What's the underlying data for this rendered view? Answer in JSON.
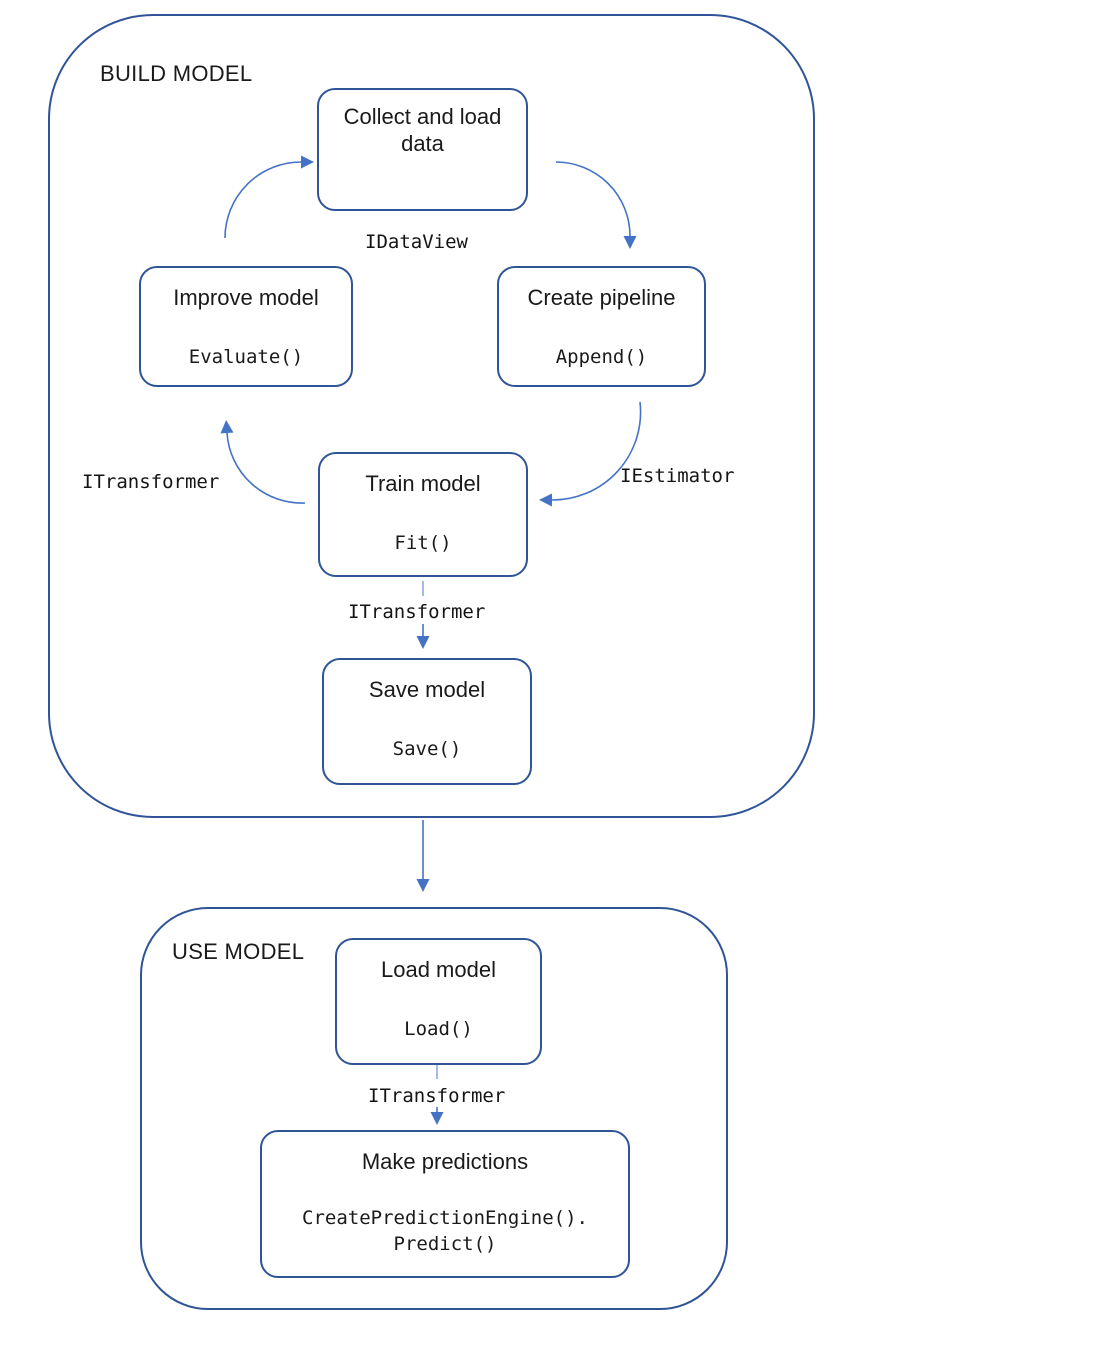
{
  "colors": {
    "border_blue": "#2F5597",
    "arrow_blue": "#4472C4",
    "light_blue_connector": "#8EA9DB",
    "text": "#1A1A1A"
  },
  "build": {
    "label": "BUILD MODEL",
    "nodes": {
      "collect": {
        "title": "Collect and load data"
      },
      "improve": {
        "title": "Improve model",
        "method": "Evaluate()"
      },
      "create": {
        "title": "Create pipeline",
        "method": "Append()"
      },
      "train": {
        "title": "Train model",
        "method": "Fit()"
      },
      "save": {
        "title": "Save model",
        "method": "Save()"
      }
    },
    "edge_labels": {
      "idataview": "IDataView",
      "iestimator": "IEstimator",
      "itransformer_left": "ITransformer",
      "itransformer_mid": "ITransformer"
    }
  },
  "use": {
    "label": "USE MODEL",
    "nodes": {
      "load": {
        "title": "Load model",
        "method": "Load()"
      },
      "predict": {
        "title": "Make predictions",
        "method_line1": "CreatePredictionEngine().",
        "method_line2": "Predict()"
      }
    },
    "edge_labels": {
      "itransformer": "ITransformer"
    }
  }
}
